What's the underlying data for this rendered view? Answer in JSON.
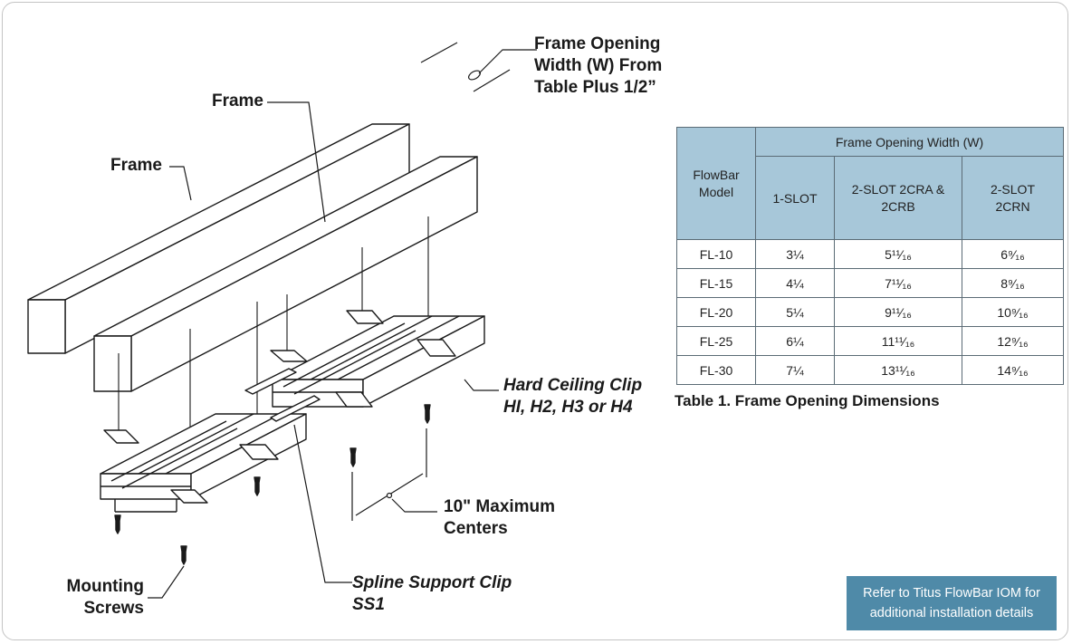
{
  "labels": {
    "frame_top": "Frame",
    "frame_left": "Frame",
    "opening_line1": "Frame Opening",
    "opening_line2": "Width (W) From",
    "opening_line3": "Table Plus 1/2”",
    "hard_clip_line1": "Hard Ceiling Clip",
    "hard_clip_line2": "HI, H2, H3 or H4",
    "max_centers_line1": "10\" Maximum",
    "max_centers_line2": "Centers",
    "mounting_line1": "Mounting",
    "mounting_line2": "Screws",
    "spline_line1": "Spline Support Clip",
    "spline_line2": "SS1"
  },
  "table": {
    "group_header": "Frame Opening Width (W)",
    "model_header": "FlowBar Model",
    "columns": [
      "1-SLOT",
      "2-SLOT 2CRA & 2CRB",
      "2-SLOT 2CRN"
    ],
    "rows": [
      {
        "model": "FL-10",
        "c1": "3¼",
        "c2": "5¹¹⁄₁₆",
        "c3": "6⁹⁄₁₆"
      },
      {
        "model": "FL-15",
        "c1": "4¼",
        "c2": "7¹¹⁄₁₆",
        "c3": "8⁹⁄₁₆"
      },
      {
        "model": "FL-20",
        "c1": "5¼",
        "c2": "9¹¹⁄₁₆",
        "c3": "10⁹⁄₁₆"
      },
      {
        "model": "FL-25",
        "c1": "6¼",
        "c2": "11¹¹⁄₁₆",
        "c3": "12⁹⁄₁₆"
      },
      {
        "model": "FL-30",
        "c1": "7¼",
        "c2": "13¹¹⁄₁₆",
        "c3": "14⁹⁄₁₆"
      }
    ],
    "caption": "Table 1. Frame Opening Dimensions"
  },
  "note": "Refer to Titus FlowBar IOM for additional installation details",
  "colors": {
    "table_header": "#a7c7d9",
    "note_background": "#4f8aa8",
    "frame_fill": "#ffffff",
    "line": "#1a1a1a"
  }
}
